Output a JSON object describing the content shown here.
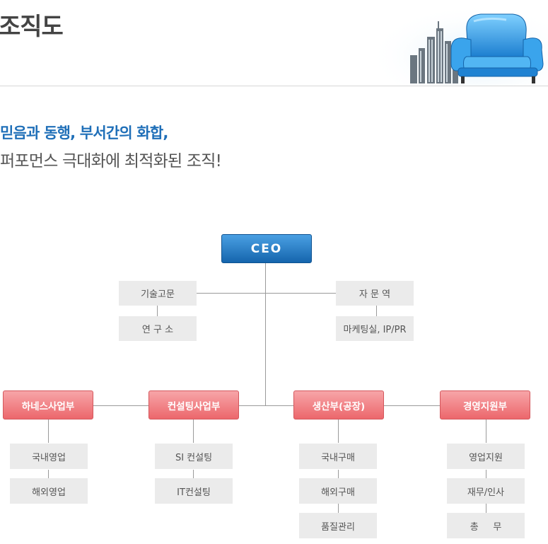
{
  "header": {
    "title": "조직도"
  },
  "slogan": {
    "line1": "믿음과 동행, 부서간의 화합,",
    "line2": "퍼포먼스 극대화에 최적화된 조직!"
  },
  "org": {
    "ceo": "CEO",
    "advisory_left": [
      "기술고문",
      "연 구 소"
    ],
    "advisory_right": [
      "자 문 역",
      "마케팅실, IP/PR"
    ],
    "departments": [
      {
        "name": "하네스사업부",
        "units": [
          "국내영업",
          "해외영업"
        ]
      },
      {
        "name": "컨설팅사업부",
        "units": [
          "SI 컨설팅",
          "IT컨설팅"
        ]
      },
      {
        "name": "생산부(공장)",
        "units": [
          "국내구매",
          "해외구매",
          "품질관리"
        ]
      },
      {
        "name": "경영지원부",
        "units": [
          "영업지원",
          "재무/인사",
          "총     무"
        ]
      }
    ]
  },
  "colors": {
    "ceo": "#1b72bd",
    "department": "#ee7478",
    "unit": "#ebebeb",
    "slogan_accent": "#1f6fb8"
  }
}
